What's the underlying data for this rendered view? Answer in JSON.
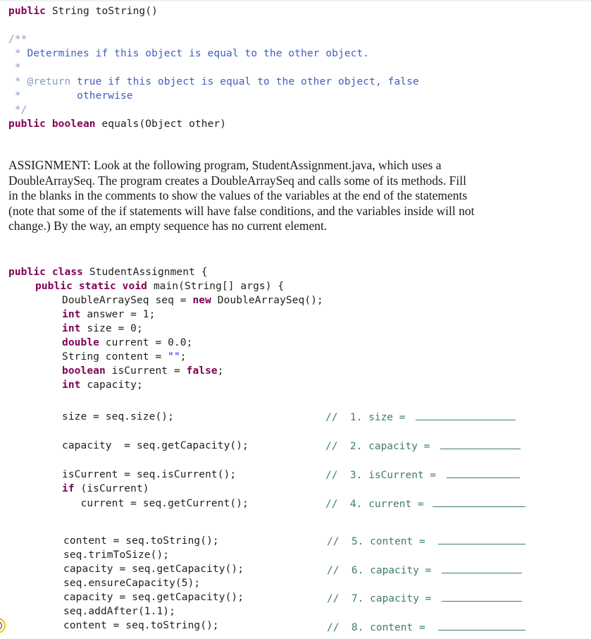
{
  "api_section": {
    "tostring_signature": {
      "kw": "public",
      "rest": " String toString()"
    },
    "javadoc": {
      "open": "/**",
      "line1_star": " * ",
      "line1_text": "Determines if this object is equal to the other object.",
      "line2_star": " *",
      "line3_star": " * ",
      "line3_tag": "@return",
      "line3_text": " true if this object is equal to the other object, false",
      "line4_star": " *",
      "line4_text": "         otherwise",
      "close": " */"
    },
    "equals_signature": {
      "kw1": "public",
      "kw2": "boolean",
      "rest": " equals(Object other)"
    }
  },
  "assignment": {
    "lines": [
      "ASSIGNMENT:  Look at the following program, StudentAssignment.java, which uses a",
      "DoubleArraySeq.   The program creates a DoubleArraySeq and calls some of its methods.   Fill",
      "in the blanks in the comments to show the values of the variables at the end of the statements",
      "(note that some of the if statements will have false conditions, and the variables inside will not",
      "change.)  By the way, an empty sequence has no current element."
    ]
  },
  "program": {
    "class_decl": {
      "kw1": "public",
      "kw2": "class",
      "rest": " StudentAssignment {"
    },
    "main_decl": {
      "kw1": "public",
      "kw2": "static",
      "kw3": "void",
      "rest": " main(String[] args) {"
    },
    "decl_seq": {
      "pre": "DoubleArraySeq seq = ",
      "kw": "new",
      "post": " DoubleArraySeq();"
    },
    "decl_answer": {
      "kw": "int",
      "rest": " answer = 1;"
    },
    "decl_size": {
      "kw": "int",
      "rest": " size = 0;"
    },
    "decl_current": {
      "kw": "double",
      "rest": " current = 0.0;"
    },
    "decl_content": {
      "pre": "String content = ",
      "str": "\"\"",
      "post": ";"
    },
    "decl_iscurrent": {
      "kw": "boolean",
      "mid": " isCurrent = ",
      "kw2": "false",
      "post": ";"
    },
    "decl_capacity": {
      "kw": "int",
      "rest": " capacity;"
    },
    "stmt_size": "size = seq.size();",
    "stmt_capacity": "capacity  = seq.getCapacity();",
    "stmt_iscurrent": "isCurrent = seq.isCurrent();",
    "stmt_if": {
      "kw": "if",
      "rest": " (isCurrent)"
    },
    "stmt_current": "   current = seq.getCurrent();",
    "block2": [
      "content = seq.toString();",
      "seq.trimToSize();",
      "capacity = seq.getCapacity();",
      "seq.ensureCapacity(5);",
      "capacity = seq.getCapacity();",
      "seq.addAfter(1.1);",
      "content = seq.toString();"
    ]
  },
  "blanks": [
    {
      "label": "//  1. size = ",
      "answer": ""
    },
    {
      "label": "//  2. capacity = ",
      "answer": ""
    },
    {
      "label": "//  3. isCurrent = ",
      "answer": ""
    },
    {
      "label": "//  4. current = ",
      "answer": ""
    },
    {
      "label": "//  5. content = ",
      "answer": ""
    },
    {
      "label": "//  6. capacity = ",
      "answer": ""
    },
    {
      "label": "//  7. capacity = ",
      "answer": ""
    },
    {
      "label": "//  8. content = ",
      "answer": ""
    }
  ],
  "colors": {
    "keyword": "#7f0055",
    "javadoc": "#3f5fbf",
    "comment": "#3f7f5f",
    "string": "#2a00ff",
    "marker": "#f5c400"
  }
}
